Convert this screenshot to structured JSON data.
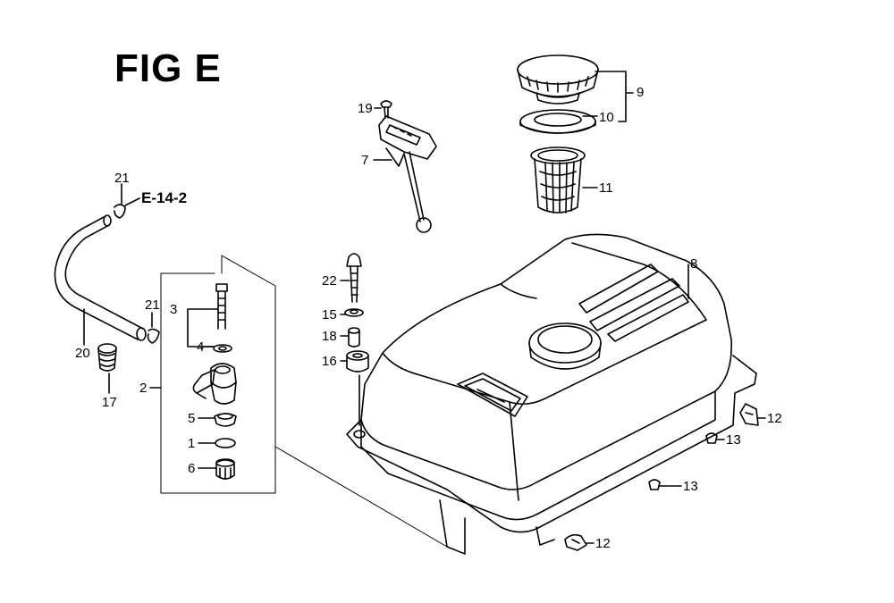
{
  "figure_title": "FIG E",
  "reference_label": "E-14-2",
  "callouts": {
    "c1": "1",
    "c2": "2",
    "c3": "3",
    "c4": "4",
    "c5": "5",
    "c6": "6",
    "c7": "7",
    "c8": "8",
    "c9": "9",
    "c10": "10",
    "c11": "11",
    "c12a": "12",
    "c12b": "12",
    "c13a": "13",
    "c13b": "13",
    "c15": "15",
    "c16": "16",
    "c17": "17",
    "c18": "18",
    "c19": "19",
    "c20": "20",
    "c21a": "21",
    "c21b": "21",
    "c22": "22"
  },
  "line_color": "#000000"
}
